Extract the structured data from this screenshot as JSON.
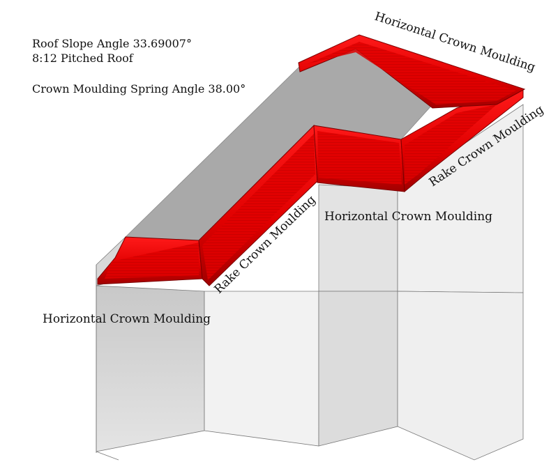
{
  "info": {
    "line1": "Roof Slope Angle 33.69007°",
    "line2": "8:12 Pitched Roof",
    "line3": "Crown Moulding Spring Angle 38.00°"
  },
  "labels": {
    "horizontal_top_right": "Horizontal Crown Moulding",
    "rake_right": "Rake Crown Moulding",
    "horizontal_middle": "Horizontal Crown Moulding",
    "rake_left": "Rake Crown Moulding",
    "horizontal_left": "Horizontal Crown Moulding"
  },
  "colors": {
    "moulding": "#e00000",
    "moulding_dark": "#8c0000",
    "ceiling": "#a8a8a8",
    "wall_light": "#f1f1f1",
    "wall_mid": "#dcdcdc",
    "wall_left": "#c6c6c6",
    "edge": "#777777"
  }
}
